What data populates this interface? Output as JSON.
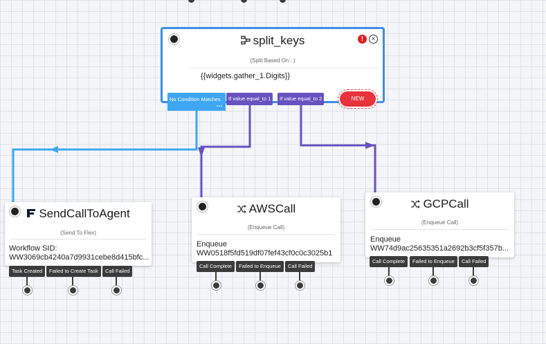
{
  "split_widget": {
    "title": "split_keys",
    "subtitle": "(Split Based On...)",
    "variable": "{{widgets.gather_1.Digits}}",
    "conditions": {
      "no_match": "No Condition Matches",
      "no_match_more": "...",
      "equal_1": "If value equal_to 1",
      "equal_2": "If value equal_to 2"
    },
    "new_label": "NEW",
    "error_glyph": "!",
    "close_glyph": "×"
  },
  "send_call_widget": {
    "title": "SendCallToAgent",
    "subtitle": "(Send To Flex)",
    "body_label": "Workflow SID:",
    "body_value": "WW3069cb4240a7d9931cebe8d415bfc...",
    "outputs": [
      "Task Created",
      "Failed to Create Task",
      "Call Failed"
    ]
  },
  "aws_widget": {
    "title": "AWSCall",
    "subtitle": "(Enqueue Call)",
    "body_label": "Enqueue",
    "body_value": "WW0518f5fd519df07fef43cf0c0c3025b1",
    "outputs": [
      "Call Complete",
      "Failed to Enqueue",
      "Call Failed"
    ]
  },
  "gcp_widget": {
    "title": "GCPCall",
    "subtitle": "(Enqueue Call)",
    "body_label": "Enqueue",
    "body_value": "WW74d9ac25635351a2692b3cf5f357b...",
    "outputs": [
      "Call Complete",
      "Failed to Enqueue",
      "Call Failed"
    ]
  },
  "colors": {
    "canvas": "#f4f5f8",
    "grid": "#dde1ea",
    "selected_border": "#3b8ee8",
    "no_match": "#3ea6f2",
    "condition": "#6752c0",
    "new": "#e8323c",
    "pill": "#3b3b3b"
  },
  "icons": {
    "split": "split-icon",
    "flex": "flex-logo-icon",
    "enqueue": "shuffle-icon"
  }
}
